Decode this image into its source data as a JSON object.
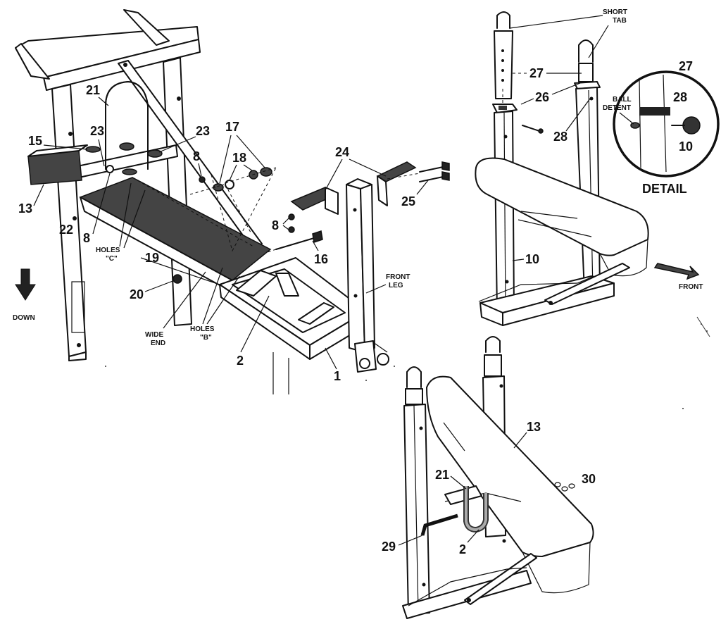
{
  "callouts": {
    "n21a": "21",
    "n23a": "23",
    "n23b": "23",
    "n15": "15",
    "n13a": "13",
    "n22": "22",
    "n8a": "8",
    "n8b": "8",
    "n8c": "8",
    "n17": "17",
    "n18": "18",
    "n24": "24",
    "n25": "25",
    "n16": "16",
    "n19": "19",
    "n20": "20",
    "n2a": "2",
    "n1": "1",
    "n27a": "27",
    "n26": "26",
    "n28a": "28",
    "n10a": "10",
    "n27b": "27",
    "n28b": "28",
    "n10b": "10",
    "n13b": "13",
    "n21b": "21",
    "n30": "30",
    "n29": "29",
    "n2b": "2"
  },
  "notes": {
    "holes_c_1": "HOLES",
    "holes_c_2": "\"C\"",
    "holes_b_1": "HOLES",
    "holes_b_2": "\"B\"",
    "wide_end_1": "WIDE",
    "wide_end_2": "END",
    "front_leg_1": "FRONT",
    "front_leg_2": "LEG",
    "down": "DOWN",
    "front": "FRONT",
    "short_tab_1": "SHORT",
    "short_tab_2": "TAB",
    "ball_detent_1": "BALL",
    "ball_detent_2": "DETENT",
    "detail": "DETAIL"
  }
}
